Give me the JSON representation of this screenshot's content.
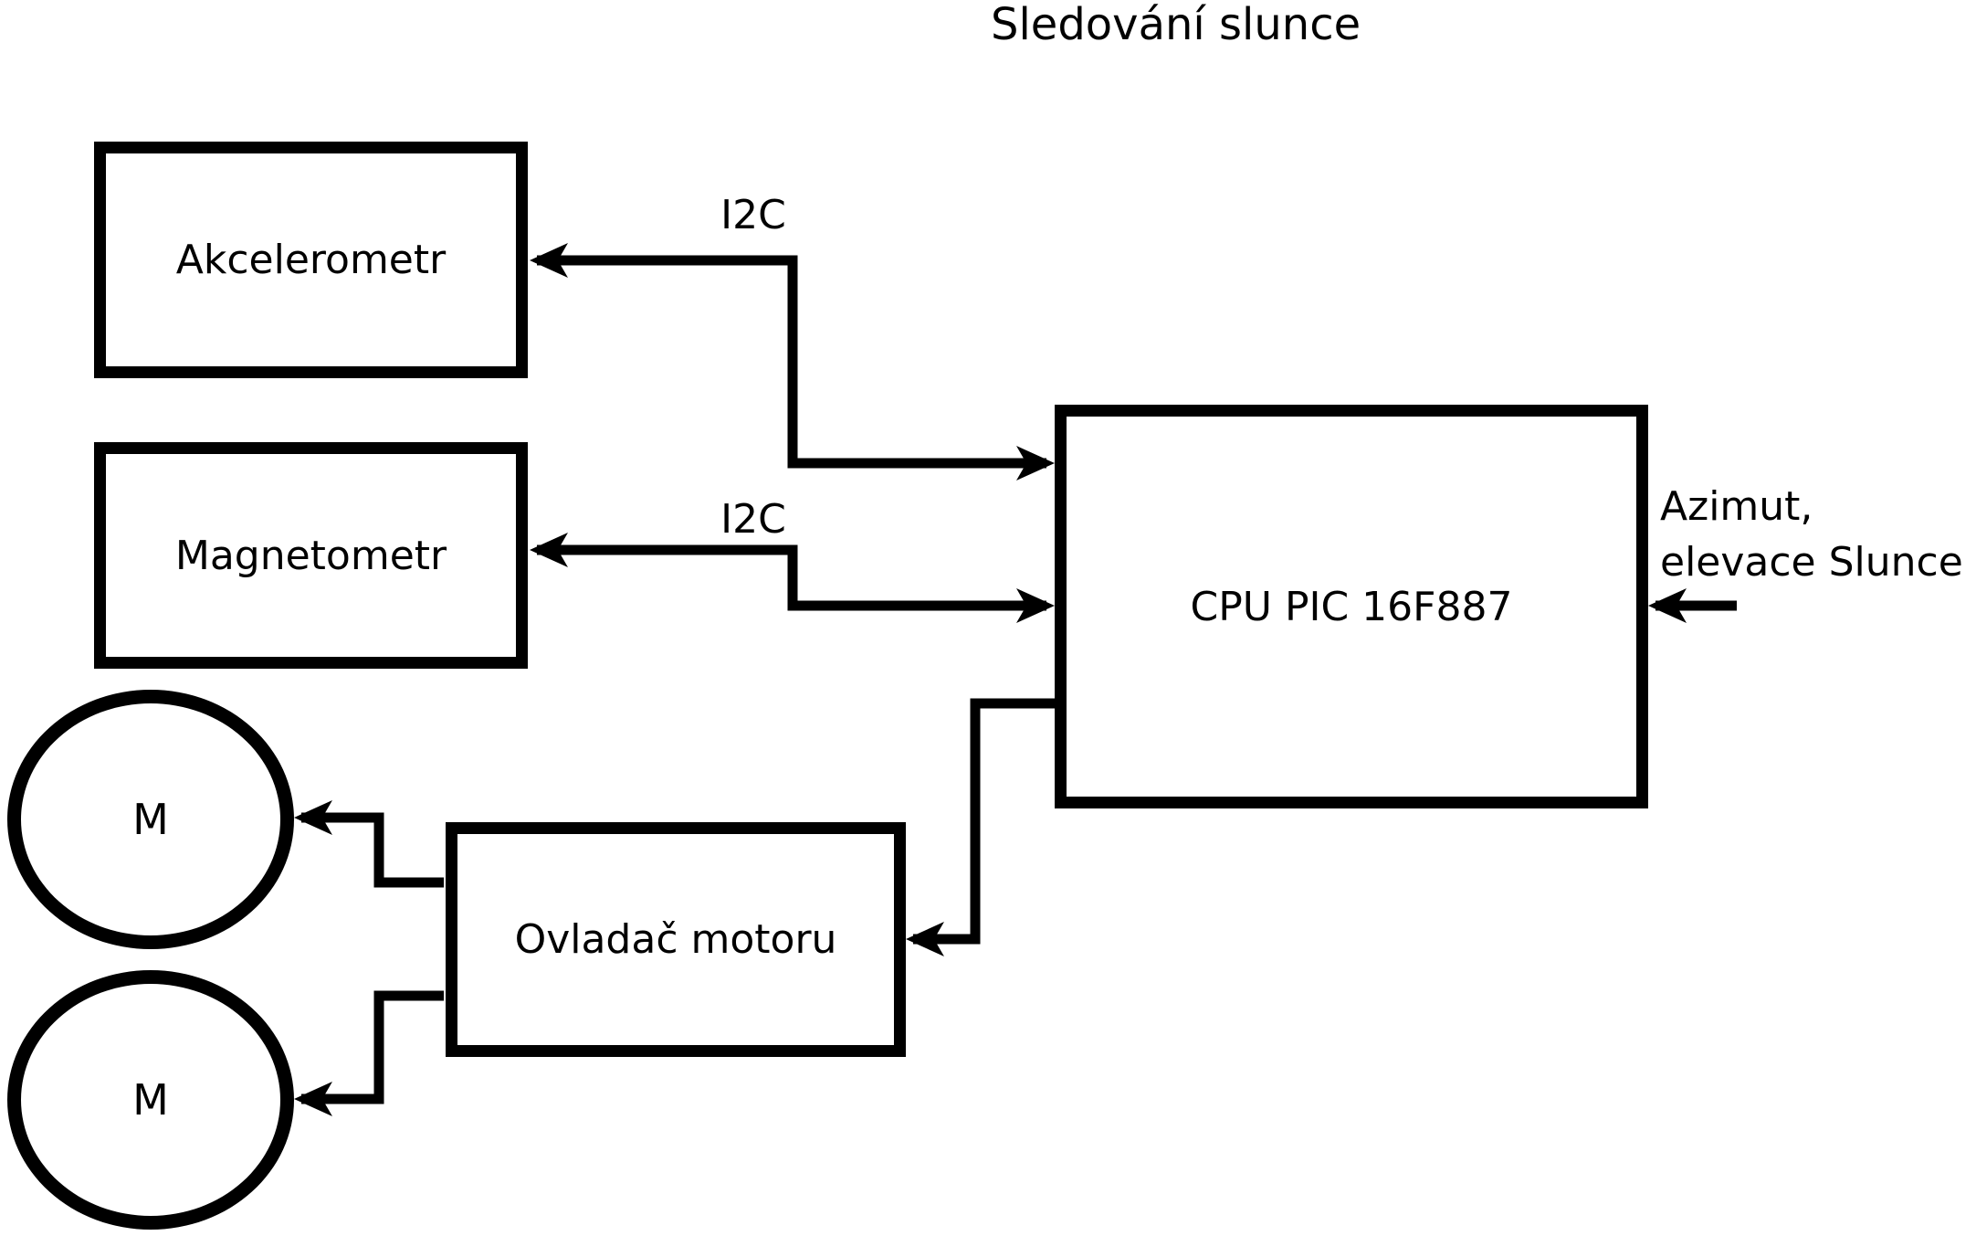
{
  "title": "Sledování slunce",
  "blocks": {
    "akcelerometr": {
      "label": "Akcelerometr"
    },
    "magnetometr": {
      "label": "Magnetometr"
    },
    "cpu": {
      "label": "CPU PIC 16F887"
    },
    "ovladac_motoru": {
      "label": "Ovladač motoru"
    },
    "motor_top": {
      "label": "M"
    },
    "motor_bottom": {
      "label": "M"
    }
  },
  "wire_labels": {
    "i2c_akcelerometr": "I2C",
    "i2c_magnetometr": "I2C",
    "azimut_line1": "Azimut,",
    "azimut_line2": "elevace Slunce"
  },
  "colors": {
    "line": "#000000",
    "background": "#ffffff"
  }
}
